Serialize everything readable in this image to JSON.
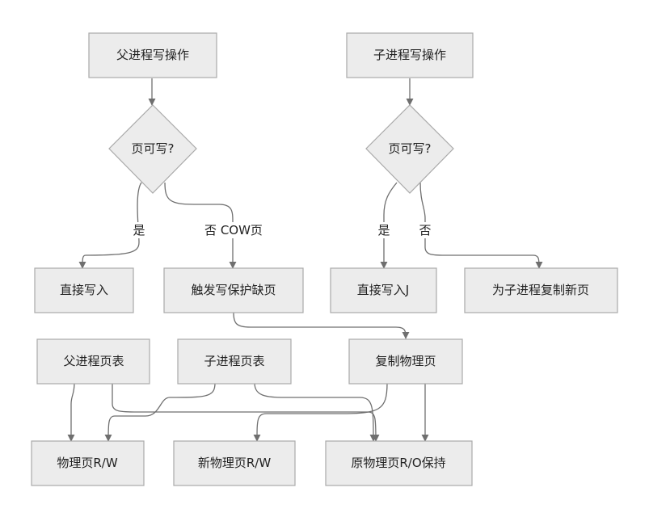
{
  "nodes": {
    "parent_write": "父进程写操作",
    "child_write": "子进程写操作",
    "parent_check": "页可写?",
    "child_check": "页可写?",
    "parent_direct": "直接写入",
    "cow_fault": "触发写保护缺页",
    "child_direct": "直接写入J",
    "child_new_page": "为子进程复制新页",
    "parent_table": "父进程页表",
    "child_table": "子进程页表",
    "copy_phys": "复制物理页",
    "phys_rw": "物理页R/W",
    "new_phys_rw": "新物理页R/W",
    "orig_phys_ro": "原物理页R/O保持"
  },
  "edge_labels": {
    "parent_yes": "是",
    "parent_no": "否 COW页",
    "child_yes": "是",
    "child_no": "否"
  },
  "colors": {
    "node_fill": "#ececec",
    "node_stroke": "#a9a9a9",
    "edge": "#6f6f6f"
  }
}
